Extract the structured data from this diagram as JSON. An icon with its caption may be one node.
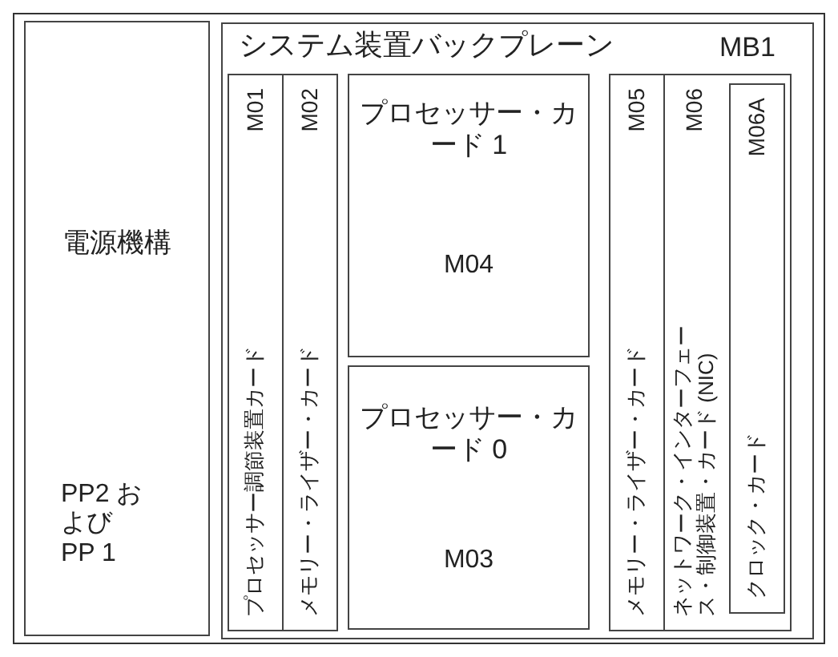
{
  "diagram": {
    "nodes": [
      {
        "text": [
          "電源機構",
          "PP2 および PP 1"
        ]
      },
      {
        "text": [
          "システム装置バックプレーン",
          "MB1"
        ]
      },
      {
        "text": [
          "M01",
          "プロセッサー調節装置カード"
        ],
        "in": 1
      },
      {
        "text": [
          "M02",
          "メモリー・ライザー・カード"
        ],
        "in": 1
      },
      {
        "text": [
          "プロセッサー・カード 1",
          "M04"
        ],
        "in": 1
      },
      {
        "text": [
          "プロセッサー・カード 0",
          "M03"
        ],
        "in": 1
      },
      {
        "text": [
          "M05",
          "メモリー・ライザー・カード"
        ],
        "in": 1
      },
      {
        "text": [
          "M06",
          "ネットワーク・インターフェース・制御装置・カード (NIC)"
        ],
        "in": 1
      },
      {
        "text": [
          "M06A",
          "クロック・カード"
        ],
        "in": 7
      }
    ]
  }
}
